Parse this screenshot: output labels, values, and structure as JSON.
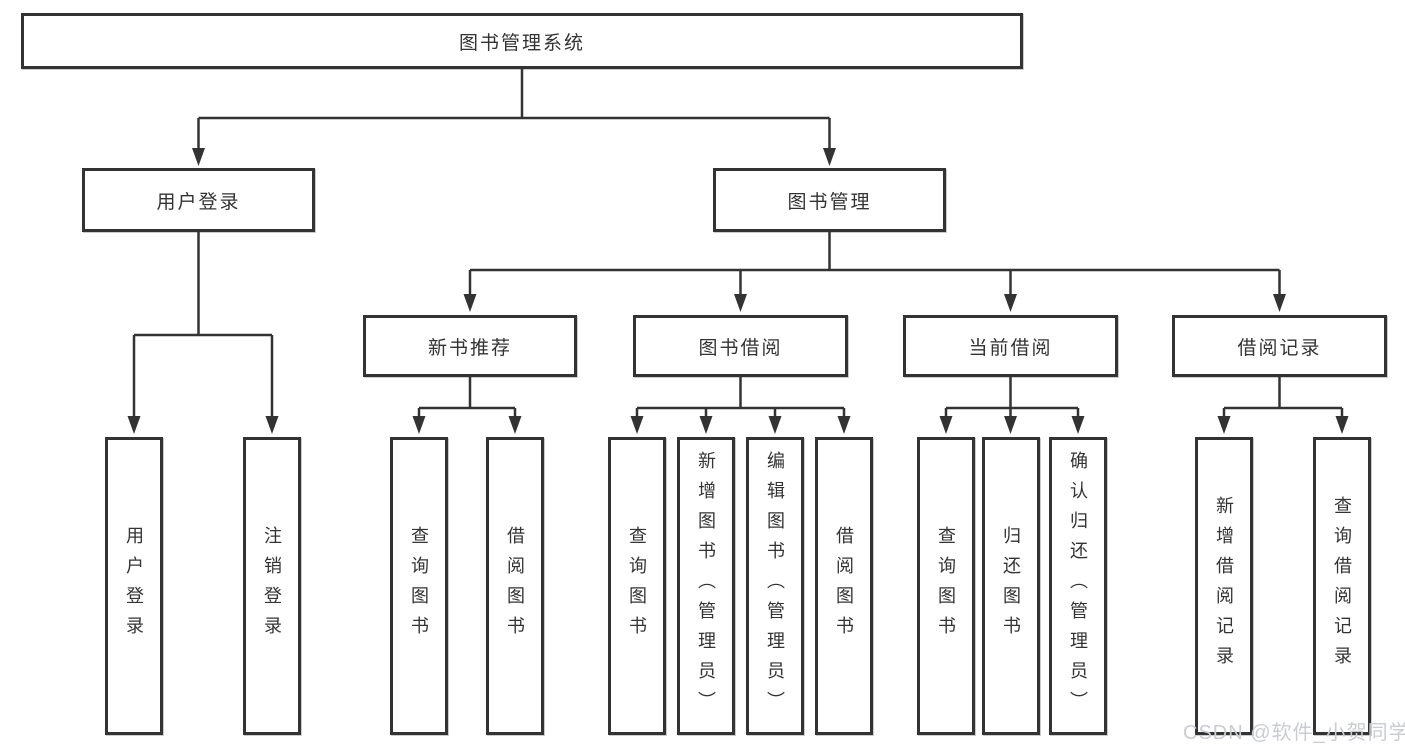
{
  "diagram_title": "图书管理系统",
  "tree": {
    "label": "图书管理系统",
    "children": [
      {
        "label": "用户登录",
        "children": [
          {
            "label": "用户登录"
          },
          {
            "label": "注销登录"
          }
        ]
      },
      {
        "label": "图书管理",
        "children": [
          {
            "label": "新书推荐",
            "children": [
              {
                "label": "查询图书"
              },
              {
                "label": "借阅图书"
              }
            ]
          },
          {
            "label": "图书借阅",
            "children": [
              {
                "label": "查询图书"
              },
              {
                "label": "新增图书（管理员）"
              },
              {
                "label": "编辑图书（管理员）"
              },
              {
                "label": "借阅图书"
              }
            ]
          },
          {
            "label": "当前借阅",
            "children": [
              {
                "label": "查询图书"
              },
              {
                "label": "归还图书"
              },
              {
                "label": "确认归还（管理员）"
              }
            ]
          },
          {
            "label": "借阅记录",
            "children": [
              {
                "label": "新增借阅记录"
              },
              {
                "label": "查询借阅记录"
              }
            ]
          }
        ]
      }
    ]
  },
  "watermark": "CSDN @软件_小贺同学",
  "colors": {
    "line": "#333333",
    "text": "#333333",
    "background": "#ffffff",
    "watermark": "#c9ccd0"
  }
}
